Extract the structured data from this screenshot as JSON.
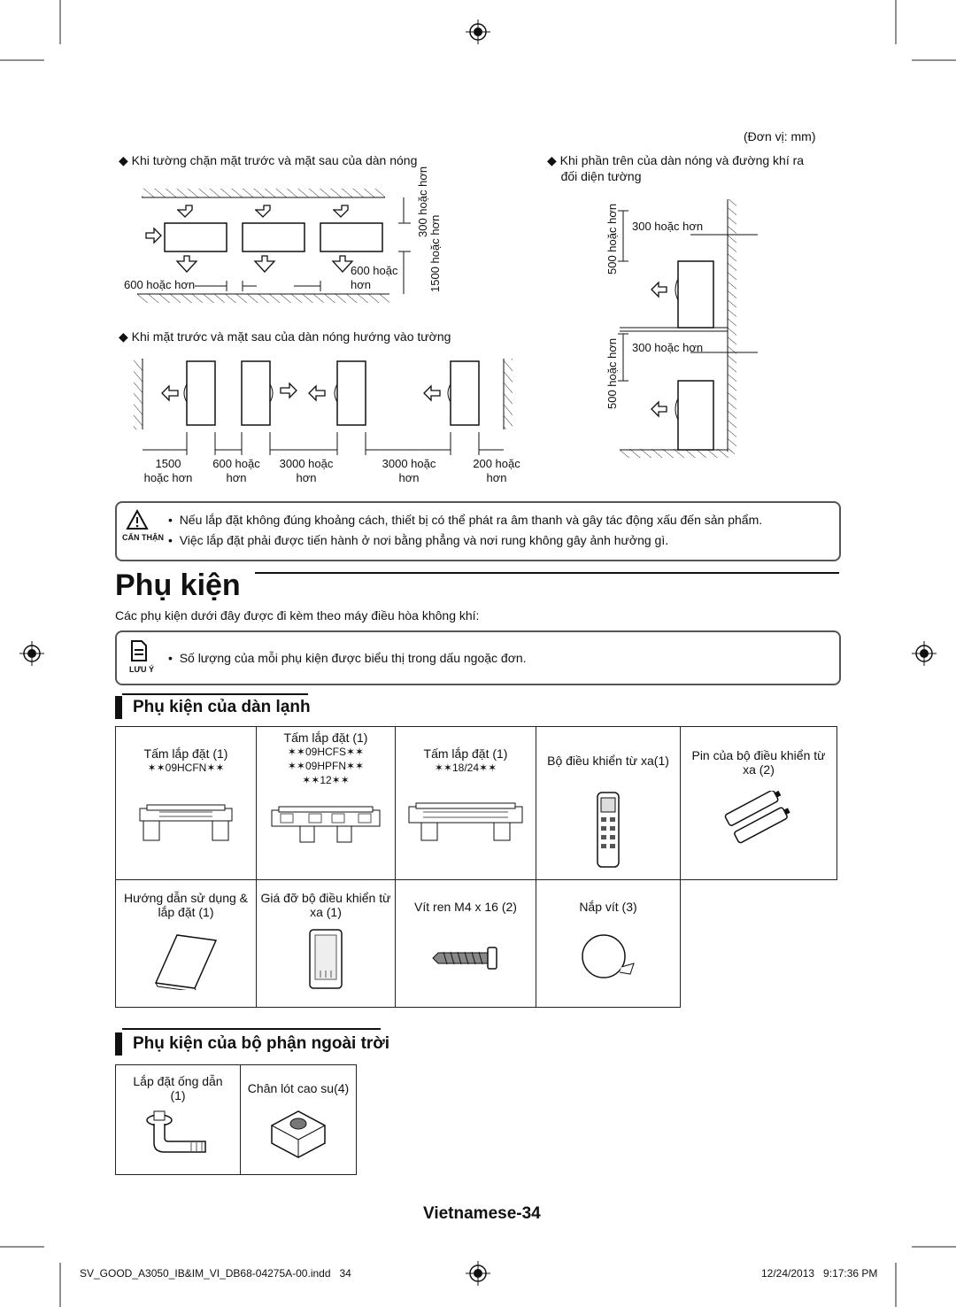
{
  "clearance": {
    "unit_label": "(Đơn vị: mm)",
    "case_blocked_title": "Khi tường chặn mặt trước và mặt sau của dàn nóng",
    "case_top_title_line1": "Khi phần trên của dàn nóng và đường khí ra",
    "case_top_title_line2": "đối diện tường",
    "case_facing_title": "Khi mặt trước và mặt sau của dàn nóng hướng vào tường",
    "blocked_labels": {
      "left": "600 hoặc hơn",
      "mid_line1": "600 hoặc",
      "mid_line2": "hơn",
      "v300_line1": "300 hoặc",
      "v300_line2": "hơn",
      "v1500_line1": "1500",
      "v1500_line2": "hoặc hơn"
    },
    "top_labels": {
      "v500": "500 hoặc hơn",
      "h300": "300 hoặc hơn"
    },
    "facing_labels": [
      {
        "line1": "1500",
        "line2": "hoặc hơn"
      },
      {
        "line1": "600 hoặc",
        "line2": "hơn"
      },
      {
        "line1": "3000 hoặc",
        "line2": "hơn"
      },
      {
        "line1": "3000 hoặc",
        "line2": "hơn"
      },
      {
        "line1": "200 hoặc",
        "line2": "hơn"
      }
    ]
  },
  "caution": {
    "icon_label": "CẨN THẬN",
    "items": [
      "Nếu lắp đặt không đúng khoảng cách, thiết bị có thể phát ra âm thanh và gây tác động xấu đến sản phẩm.",
      "Việc lắp đặt phải được tiến hành ở nơi bằng phẳng và nơi rung không gây ảnh hưởng gì."
    ]
  },
  "heading": "Phụ kiện",
  "intro": "Các phụ kiện dưới đây được đi kèm theo máy điều hòa không khí:",
  "note": {
    "icon_label": "LƯU Ý",
    "text": "Số lượng của mỗi phụ kiện được biểu thị trong dấu ngoặc đơn."
  },
  "indoor": {
    "title": "Phụ kiện của dàn lạnh",
    "row1": [
      {
        "caption": "Tấm lắp đặt (1)",
        "models": [
          "✶✶09HCFN✶✶"
        ]
      },
      {
        "caption": "Tấm lắp đặt (1)",
        "models": [
          "✶✶09HCFS✶✶",
          "✶✶09HPFN✶✶",
          "✶✶12✶✶"
        ]
      },
      {
        "caption": "Tấm lắp đặt (1)",
        "models": [
          "✶✶18/24✶✶"
        ]
      },
      {
        "caption": "Bộ điều khiển từ xa(1)",
        "models": []
      },
      {
        "caption": "Pin của bộ điều khiển từ xa (2)",
        "models": []
      }
    ],
    "row2": [
      {
        "caption": "Hướng dẫn sử dụng & lắp đặt (1)"
      },
      {
        "caption": "Giá đỡ bộ điều khiển từ xa (1)"
      },
      {
        "caption": "Vít ren M4 x 16 (2)"
      },
      {
        "caption": "Nắp vít (3)"
      }
    ]
  },
  "outdoor": {
    "title": "Phụ kiện của bộ phận ngoài trời",
    "items": [
      {
        "caption": "Lắp đặt ống dẫn (1)"
      },
      {
        "caption": "Chân lót cao su(4)"
      }
    ]
  },
  "page_label": "Vietnamese-34",
  "footer": {
    "file": "SV_GOOD_A3050_IB&IM_VI_DB68-04275A-00.indd   34",
    "date": "12/24/2013   9:17:36 PM"
  }
}
